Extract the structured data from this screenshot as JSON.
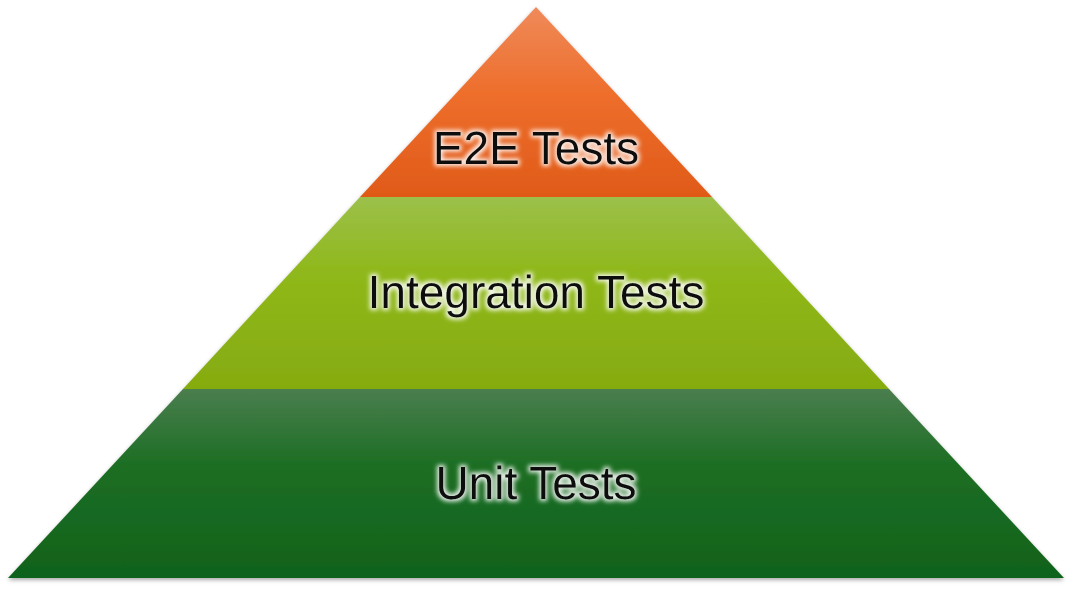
{
  "pyramid": {
    "layers": [
      {
        "label": "E2E Tests",
        "color_top": "#ef8a5a",
        "color_bottom": "#e05a18"
      },
      {
        "label": "Integration Tests",
        "color_top": "#9cc04a",
        "color_bottom": "#86ab10"
      },
      {
        "label": "Unit Tests",
        "color_top": "#4a7e4e",
        "color_bottom": "#10621c"
      }
    ]
  }
}
